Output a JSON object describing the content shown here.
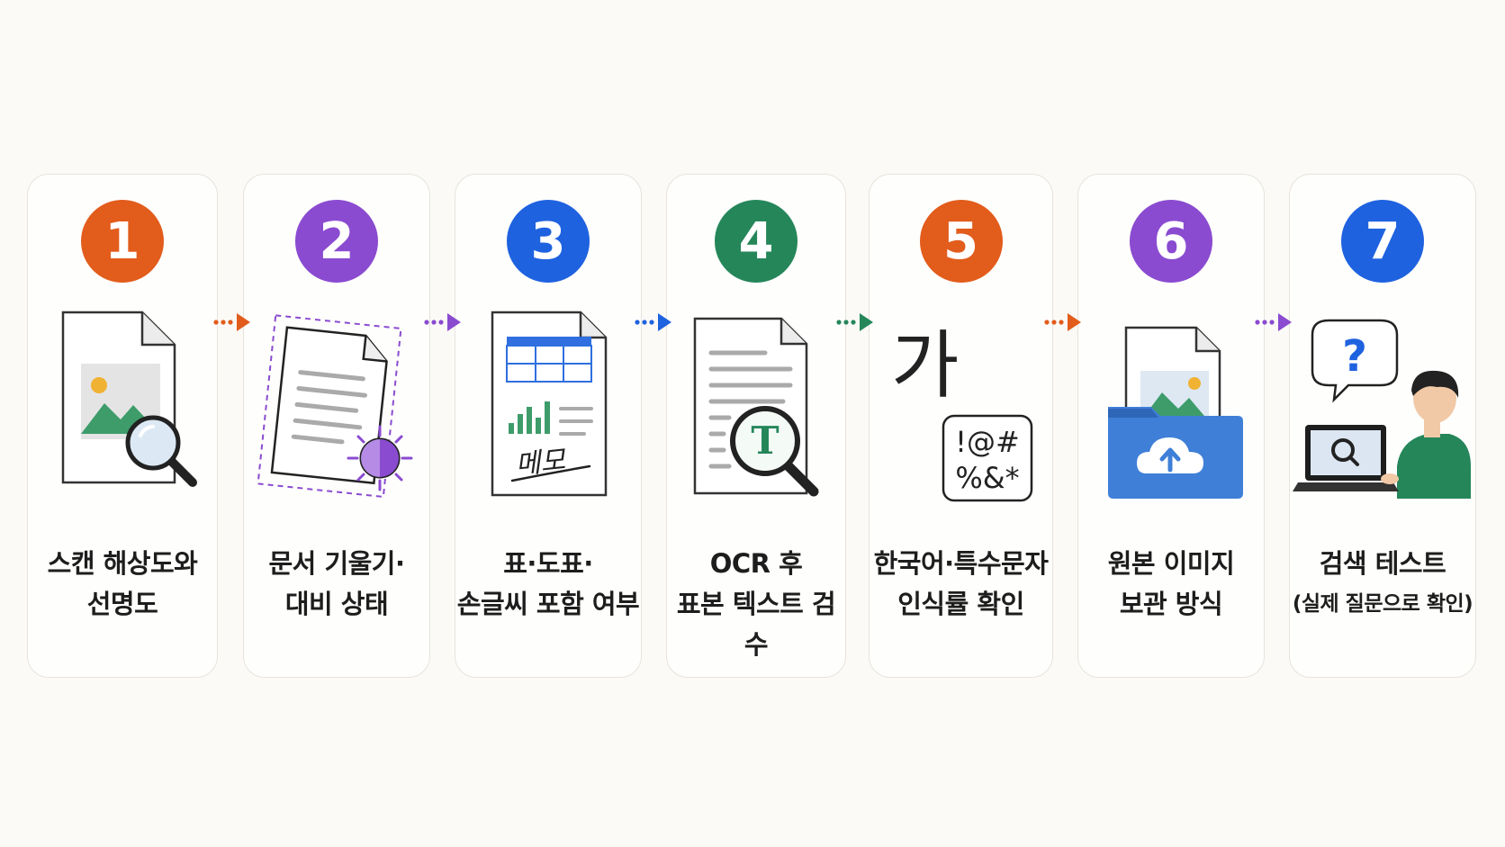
{
  "colors": {
    "orange": "#e25c1c",
    "purple": "#8a4bd0",
    "blue": "#1f62e0",
    "green": "#25865a"
  },
  "steps": [
    {
      "number": "1",
      "color": "#e25c1c",
      "icon": "scan-image-magnifier-icon",
      "line1": "스캔 해상도와",
      "line2": "선명도"
    },
    {
      "number": "2",
      "color": "#8a4bd0",
      "icon": "tilted-document-contrast-icon",
      "line1": "문서 기울기·",
      "line2": "대비 상태"
    },
    {
      "number": "3",
      "color": "#1f62e0",
      "icon": "table-chart-memo-document-icon",
      "memo": "메모",
      "line1": "표·도표·",
      "line2": "손글씨 포함 여부"
    },
    {
      "number": "4",
      "color": "#25865a",
      "icon": "ocr-text-magnifier-icon",
      "glyph": "T",
      "line1": "OCR 후",
      "line2": "표본 텍스트 검수"
    },
    {
      "number": "5",
      "color": "#e25c1c",
      "icon": "korean-special-chars-icon",
      "hangul": "가",
      "symbols1": "!@#",
      "symbols2": "%&*",
      "line1": "한국어·특수문자",
      "line2": "인식률 확인"
    },
    {
      "number": "6",
      "color": "#8a4bd0",
      "icon": "folder-cloud-upload-icon",
      "line1": "원본 이미지",
      "line2": "보관 방식"
    },
    {
      "number": "7",
      "color": "#1f62e0",
      "icon": "person-laptop-question-icon",
      "question": "?",
      "line1": "검색 테스트",
      "line2": "(실제 질문으로 확인)"
    }
  ],
  "arrows": [
    "#e25c1c",
    "#8a4bd0",
    "#1f62e0",
    "#25865a",
    "#e25c1c",
    "#8a4bd0"
  ]
}
